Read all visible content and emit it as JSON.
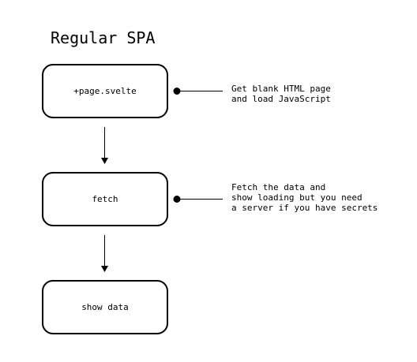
{
  "diagram": {
    "title": "Regular SPA",
    "steps": [
      {
        "label": "+page.svelte",
        "note": "Get blank HTML page\nand load JavaScript"
      },
      {
        "label": "fetch",
        "note": "Fetch the data and\nshow loading but you need\na server if you have secrets"
      },
      {
        "label": "show data"
      }
    ]
  }
}
